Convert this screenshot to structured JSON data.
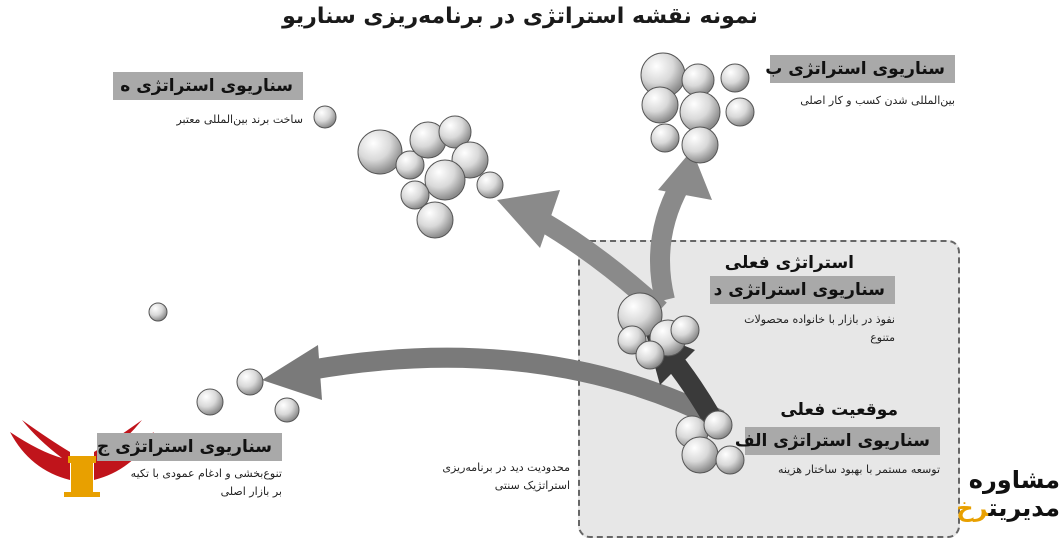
{
  "title": "نمونه نقشه استراتژی در برنامه‌ریزی سناریو",
  "scenario_e": {
    "label": "سناریوی استراتژی ه",
    "desc": "ساخت برند بین‌المللی معتبر"
  },
  "scenario_b": {
    "label": "سناریوی استراتژی ب",
    "desc": "بین‌المللی شدن کسب و کار اصلی"
  },
  "scenario_d": {
    "heading": "استراتژی فعلی",
    "label": "سناریوی استراتژی د",
    "desc_line1": "نفوذ در بازار با خانواده محصولات",
    "desc_line2": "متنوع"
  },
  "scenario_a": {
    "heading": "موقعیت فعلی",
    "label": "سناریوی استراتژی الف",
    "desc": "توسعه مستمر با بهبود ساختار هزینه"
  },
  "scenario_j": {
    "label": "سناریوی استراتژی ج",
    "desc_line1": "تنوع‌بخشی و ادغام عمودی با تکیه",
    "desc_line2": "بر بازار اصلی"
  },
  "traditional_note": {
    "line1": "محدودیت دید در برنامه‌ریزی",
    "line2": "استراتژیک سنتی"
  },
  "brand": {
    "name": "مشاوره مدیریت",
    "accent_char": "رخ"
  },
  "colors": {
    "label_bg": "#a9a9a9",
    "region_bg": "#e7e7e7",
    "arrow_light": "#8a8a8a",
    "arrow_dark": "#3a3a3a",
    "logo_red": "#c0141b",
    "logo_gold": "#e8a000"
  }
}
